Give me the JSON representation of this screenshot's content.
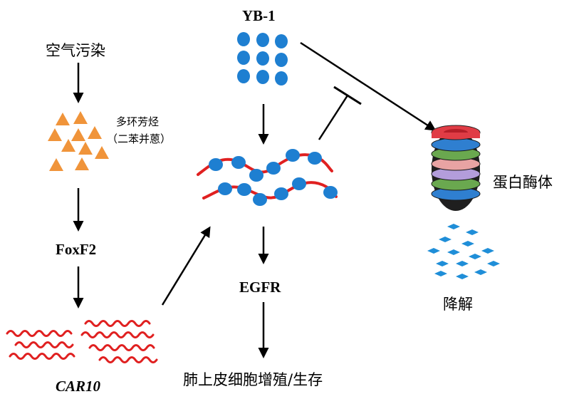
{
  "nodes": {
    "air_pollution": "空气污染",
    "pah_name": "多环芳烃",
    "pah_example": "（二苯并蒽）",
    "foxf2": "FoxF2",
    "car10": "CAR10",
    "yb1": "YB-1",
    "egfr": "EGFR",
    "proteasome": "蛋白酶体",
    "degradation": "降解",
    "outcome": "肺上皮细胞增殖/生存"
  },
  "colors": {
    "pah_triangles": "#f0943a",
    "yb1_dots": "#1e7fd1",
    "rna_strand": "#e02020",
    "proteasome_cap": "#e03c45",
    "proteasome_rings": [
      "#2f7fd0",
      "#6aa84f",
      "#b39ddb",
      "#e8a3a3"
    ],
    "fragments": "#1f8ed8",
    "arrows": "#000000"
  }
}
